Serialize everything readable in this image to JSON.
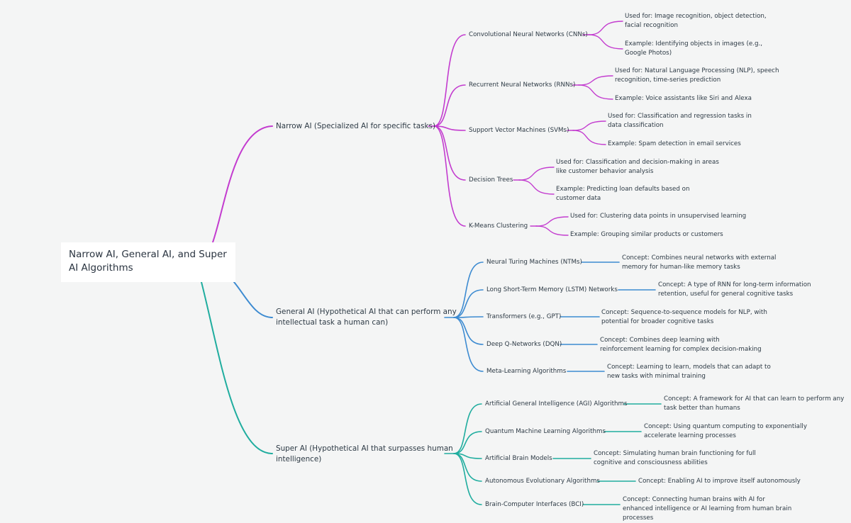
{
  "root": "Narrow AI, General AI, and Super AI Algorithms",
  "colors": {
    "narrow": "#c33ccf",
    "general": "#3d8bd1",
    "super": "#20ad9f",
    "root_line": "#20ad9f"
  },
  "branches": [
    {
      "key": "narrow",
      "label": "Narrow AI (Specialized AI for specific tasks)",
      "children": [
        {
          "label": "Convolutional Neural Networks (CNNs)",
          "details": [
            "Used for: Image recognition, object detection, facial recognition",
            "Example: Identifying objects in images (e.g., Google Photos)"
          ]
        },
        {
          "label": "Recurrent Neural Networks (RNNs)",
          "details": [
            "Used for: Natural Language Processing (NLP), speech recognition, time-series prediction",
            "Example: Voice assistants like Siri and Alexa"
          ]
        },
        {
          "label": "Support Vector Machines (SVMs)",
          "details": [
            "Used for: Classification and regression tasks in data classification",
            "Example: Spam detection in email services"
          ]
        },
        {
          "label": "Decision Trees",
          "details": [
            "Used for: Classification and decision-making in areas like customer behavior analysis",
            "Example: Predicting loan defaults based on customer data"
          ]
        },
        {
          "label": "K-Means Clustering",
          "details": [
            "Used for: Clustering data points in unsupervised learning",
            "Example: Grouping similar products or customers"
          ]
        }
      ]
    },
    {
      "key": "general",
      "label": "General AI (Hypothetical AI that can perform any intellectual task a human can)",
      "children": [
        {
          "label": "Neural Turing Machines (NTMs)",
          "details": [
            "Concept: Combines neural networks with external memory for human-like memory tasks"
          ]
        },
        {
          "label": "Long Short-Term Memory (LSTM) Networks",
          "details": [
            "Concept: A type of RNN for long-term information retention, useful for general cognitive tasks"
          ]
        },
        {
          "label": "Transformers (e.g., GPT)",
          "details": [
            "Concept: Sequence-to-sequence models for NLP, with potential for broader cognitive tasks"
          ]
        },
        {
          "label": "Deep Q-Networks (DQN)",
          "details": [
            "Concept: Combines deep learning with reinforcement learning for complex decision-making"
          ]
        },
        {
          "label": "Meta-Learning Algorithms",
          "details": [
            "Concept: Learning to learn, models that can adapt to new tasks with minimal training"
          ]
        }
      ]
    },
    {
      "key": "super",
      "label": "Super AI (Hypothetical AI that surpasses human intelligence)",
      "children": [
        {
          "label": "Artificial General Intelligence (AGI) Algorithms",
          "details": [
            "Concept: A framework for AI that can learn to perform any task better than humans"
          ]
        },
        {
          "label": "Quantum Machine Learning Algorithms",
          "details": [
            "Concept: Using quantum computing to exponentially accelerate learning processes"
          ]
        },
        {
          "label": "Artificial Brain Models",
          "details": [
            "Concept: Simulating human brain functioning for full cognitive and consciousness abilities"
          ]
        },
        {
          "label": "Autonomous Evolutionary Algorithms",
          "details": [
            "Concept: Enabling AI to improve itself autonomously"
          ]
        },
        {
          "label": "Brain-Computer Interfaces (BCI)",
          "details": [
            "Concept: Connecting human brains with AI for enhanced intelligence or AI learning from human brain processes"
          ]
        }
      ]
    }
  ]
}
